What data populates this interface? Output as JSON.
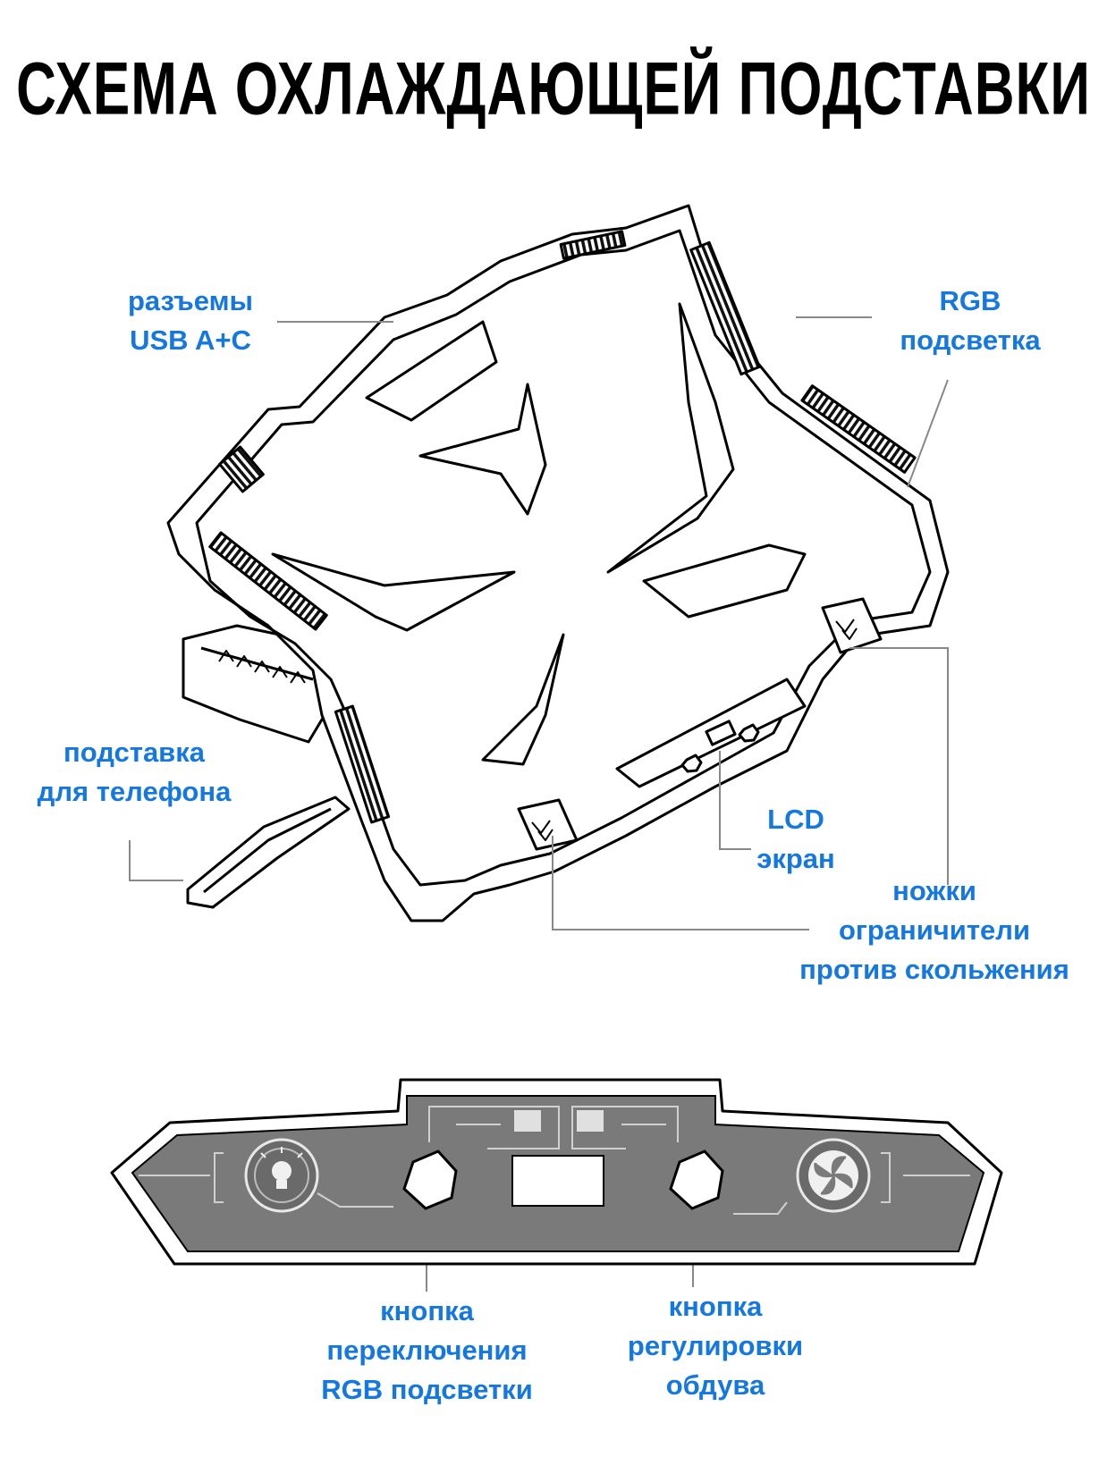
{
  "title": "СХЕМА ОХЛАЖДАЮЩЕЙ ПОДСТАВКИ",
  "colors": {
    "label": "#1577e0",
    "line": "#000000",
    "panel": "#7a7a7a",
    "leader": "#888888"
  },
  "labels": {
    "usb": [
      "разъемы",
      "USB A+C"
    ],
    "rgb": [
      "RGB",
      "подсветка"
    ],
    "phone": [
      "подставка",
      "для телефона"
    ],
    "lcd": [
      "LCD",
      "экран"
    ],
    "feet": [
      "ножки",
      "ограничители",
      "против скольжения"
    ],
    "rgb_button": [
      "кнопка",
      "переключения",
      "RGB подсветки"
    ],
    "fan_button": [
      "кнопка",
      "регулировки",
      "обдува"
    ]
  },
  "icons": [
    "lightbulb-icon",
    "fan-icon"
  ]
}
